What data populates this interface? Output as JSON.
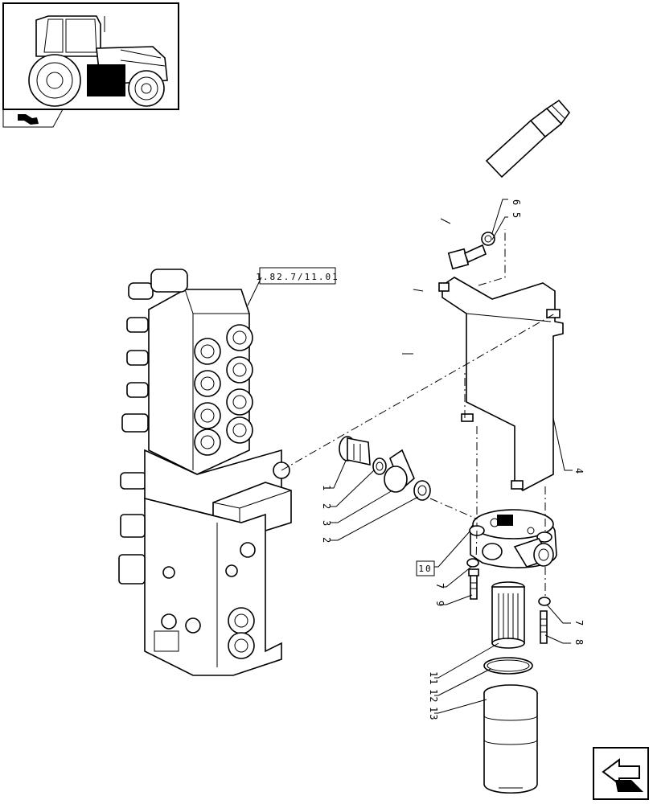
{
  "reference_label": "1.82.7/11.01",
  "callouts": [
    {
      "id": "6",
      "text": "6"
    },
    {
      "id": "5",
      "text": "5"
    },
    {
      "id": "4",
      "text": "4"
    },
    {
      "id": "1",
      "text": "1"
    },
    {
      "id": "2a",
      "text": "2"
    },
    {
      "id": "3",
      "text": "3"
    },
    {
      "id": "2b",
      "text": "2"
    },
    {
      "id": "10",
      "text": "10"
    },
    {
      "id": "7a",
      "text": "7"
    },
    {
      "id": "9",
      "text": "9"
    },
    {
      "id": "7b",
      "text": "7"
    },
    {
      "id": "8",
      "text": "8"
    },
    {
      "id": "11",
      "text": "11"
    },
    {
      "id": "12",
      "text": "12"
    },
    {
      "id": "13",
      "text": "13"
    }
  ],
  "icons": {
    "thumbnail": "tractor-thumbnail-icon",
    "section": "section-arrow-icon",
    "navigation": "navigation-arrow-icon"
  }
}
